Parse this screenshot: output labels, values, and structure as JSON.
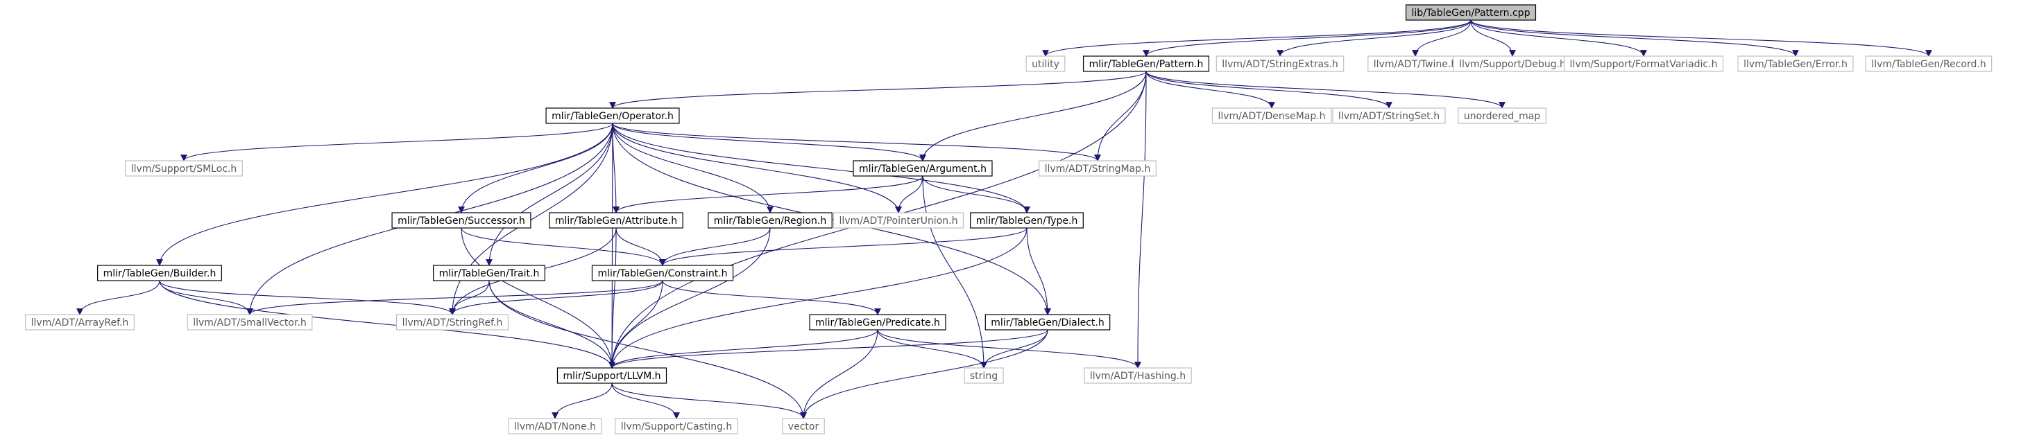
{
  "colors": {
    "background": "#ffffff",
    "edge": "#191970",
    "root_fill": "#bfbfbf",
    "root_border": "#000000",
    "documented_border": "#000000",
    "external_border": "#bfbfbf",
    "documented_text": "#000000",
    "external_text": "#595959"
  },
  "nodes": [
    {
      "id": "pattern_cpp",
      "label": "lib/TableGen/Pattern.cpp",
      "kind": "root"
    },
    {
      "id": "utility",
      "label": "utility",
      "kind": "external"
    },
    {
      "id": "pattern_h",
      "label": "mlir/TableGen/Pattern.h",
      "kind": "documented"
    },
    {
      "id": "stringextras",
      "label": "llvm/ADT/StringExtras.h",
      "kind": "external"
    },
    {
      "id": "twine",
      "label": "llvm/ADT/Twine.h",
      "kind": "external"
    },
    {
      "id": "debug",
      "label": "llvm/Support/Debug.h",
      "kind": "external"
    },
    {
      "id": "formatvariadic",
      "label": "llvm/Support/FormatVariadic.h",
      "kind": "external"
    },
    {
      "id": "error",
      "label": "llvm/TableGen/Error.h",
      "kind": "external"
    },
    {
      "id": "record",
      "label": "llvm/TableGen/Record.h",
      "kind": "external"
    },
    {
      "id": "operator_h",
      "label": "mlir/TableGen/Operator.h",
      "kind": "documented"
    },
    {
      "id": "densemap",
      "label": "llvm/ADT/DenseMap.h",
      "kind": "external"
    },
    {
      "id": "stringset",
      "label": "llvm/ADT/StringSet.h",
      "kind": "external"
    },
    {
      "id": "unordered_map",
      "label": "unordered_map",
      "kind": "external"
    },
    {
      "id": "smloc",
      "label": "llvm/Support/SMLoc.h",
      "kind": "external"
    },
    {
      "id": "argument_h",
      "label": "mlir/TableGen/Argument.h",
      "kind": "documented"
    },
    {
      "id": "stringmap",
      "label": "llvm/ADT/StringMap.h",
      "kind": "external"
    },
    {
      "id": "successor_h",
      "label": "mlir/TableGen/Successor.h",
      "kind": "documented"
    },
    {
      "id": "attribute_h",
      "label": "mlir/TableGen/Attribute.h",
      "kind": "documented"
    },
    {
      "id": "region_h",
      "label": "mlir/TableGen/Region.h",
      "kind": "documented"
    },
    {
      "id": "pointerunion",
      "label": "llvm/ADT/PointerUnion.h",
      "kind": "external"
    },
    {
      "id": "type_h",
      "label": "mlir/TableGen/Type.h",
      "kind": "documented"
    },
    {
      "id": "builder_h",
      "label": "mlir/TableGen/Builder.h",
      "kind": "documented"
    },
    {
      "id": "trait_h",
      "label": "mlir/TableGen/Trait.h",
      "kind": "documented"
    },
    {
      "id": "constraint_h",
      "label": "mlir/TableGen/Constraint.h",
      "kind": "documented"
    },
    {
      "id": "arrayref",
      "label": "llvm/ADT/ArrayRef.h",
      "kind": "external"
    },
    {
      "id": "smallvector",
      "label": "llvm/ADT/SmallVector.h",
      "kind": "external"
    },
    {
      "id": "stringref",
      "label": "llvm/ADT/StringRef.h",
      "kind": "external"
    },
    {
      "id": "predicate_h",
      "label": "mlir/TableGen/Predicate.h",
      "kind": "documented"
    },
    {
      "id": "dialect_h",
      "label": "mlir/TableGen/Dialect.h",
      "kind": "documented"
    },
    {
      "id": "string",
      "label": "string",
      "kind": "external"
    },
    {
      "id": "hashing",
      "label": "llvm/ADT/Hashing.h",
      "kind": "external"
    },
    {
      "id": "llvm_h",
      "label": "mlir/Support/LLVM.h",
      "kind": "documented"
    },
    {
      "id": "none",
      "label": "llvm/ADT/None.h",
      "kind": "external"
    },
    {
      "id": "casting",
      "label": "llvm/Support/Casting.h",
      "kind": "external"
    },
    {
      "id": "vector",
      "label": "vector",
      "kind": "external"
    }
  ],
  "edges": [
    [
      "pattern_cpp",
      "utility"
    ],
    [
      "pattern_cpp",
      "pattern_h"
    ],
    [
      "pattern_cpp",
      "stringextras"
    ],
    [
      "pattern_cpp",
      "twine"
    ],
    [
      "pattern_cpp",
      "debug"
    ],
    [
      "pattern_cpp",
      "formatvariadic"
    ],
    [
      "pattern_cpp",
      "error"
    ],
    [
      "pattern_cpp",
      "record"
    ],
    [
      "pattern_h",
      "llvm_h"
    ],
    [
      "pattern_h",
      "operator_h"
    ],
    [
      "pattern_h",
      "argument_h"
    ],
    [
      "pattern_h",
      "stringmap"
    ],
    [
      "pattern_h",
      "densemap"
    ],
    [
      "pattern_h",
      "stringset"
    ],
    [
      "pattern_h",
      "unordered_map"
    ],
    [
      "pattern_h",
      "hashing"
    ],
    [
      "operator_h",
      "smloc"
    ],
    [
      "operator_h",
      "builder_h"
    ],
    [
      "operator_h",
      "smallvector"
    ],
    [
      "operator_h",
      "llvm_h"
    ],
    [
      "operator_h",
      "stringref"
    ],
    [
      "operator_h",
      "trait_h"
    ],
    [
      "operator_h",
      "successor_h"
    ],
    [
      "operator_h",
      "attribute_h"
    ],
    [
      "operator_h",
      "region_h"
    ],
    [
      "operator_h",
      "pointerunion"
    ],
    [
      "operator_h",
      "argument_h"
    ],
    [
      "operator_h",
      "stringmap"
    ],
    [
      "operator_h",
      "type_h"
    ],
    [
      "operator_h",
      "dialect_h"
    ],
    [
      "argument_h",
      "attribute_h"
    ],
    [
      "argument_h",
      "pointerunion"
    ],
    [
      "argument_h",
      "type_h"
    ],
    [
      "argument_h",
      "string"
    ],
    [
      "successor_h",
      "constraint_h"
    ],
    [
      "successor_h",
      "llvm_h"
    ],
    [
      "attribute_h",
      "constraint_h"
    ],
    [
      "attribute_h",
      "llvm_h"
    ],
    [
      "attribute_h",
      "stringref"
    ],
    [
      "region_h",
      "constraint_h"
    ],
    [
      "region_h",
      "llvm_h"
    ],
    [
      "type_h",
      "constraint_h"
    ],
    [
      "type_h",
      "dialect_h"
    ],
    [
      "type_h",
      "llvm_h"
    ],
    [
      "builder_h",
      "arrayref"
    ],
    [
      "builder_h",
      "smallvector"
    ],
    [
      "builder_h",
      "stringref"
    ],
    [
      "builder_h",
      "llvm_h"
    ],
    [
      "trait_h",
      "stringref"
    ],
    [
      "trait_h",
      "llvm_h"
    ],
    [
      "trait_h",
      "vector"
    ],
    [
      "constraint_h",
      "smallvector"
    ],
    [
      "constraint_h",
      "stringref"
    ],
    [
      "constraint_h",
      "llvm_h"
    ],
    [
      "constraint_h",
      "predicate_h"
    ],
    [
      "predicate_h",
      "llvm_h"
    ],
    [
      "predicate_h",
      "string"
    ],
    [
      "predicate_h",
      "vector"
    ],
    [
      "predicate_h",
      "hashing"
    ],
    [
      "dialect_h",
      "llvm_h"
    ],
    [
      "dialect_h",
      "string"
    ],
    [
      "dialect_h",
      "vector"
    ],
    [
      "llvm_h",
      "none"
    ],
    [
      "llvm_h",
      "casting"
    ],
    [
      "llvm_h",
      "vector"
    ]
  ]
}
